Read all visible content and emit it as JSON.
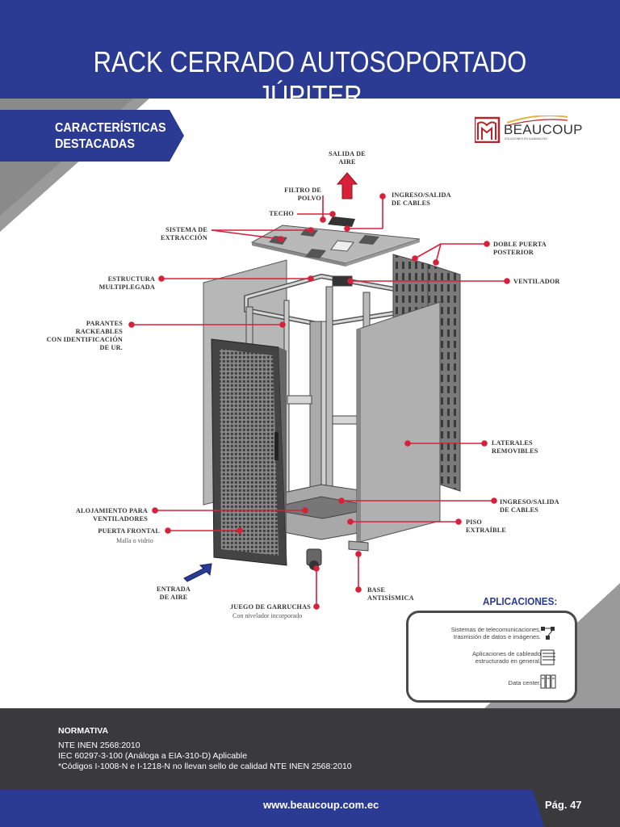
{
  "title": "RACK CERRADO AUTOSOPORTADO JÚPITER",
  "section": {
    "line1": "CARACTERÍSTICAS",
    "line2": "DESTACADAS"
  },
  "logo": {
    "name": "BEAUCOUP",
    "tagline": "SOLUCIONES EN ILUMINACIÓN"
  },
  "labels": {
    "salida_aire_1": "SALIDA DE",
    "salida_aire_2": "AIRE",
    "filtro_1": "FILTRO DE",
    "filtro_2": "POLVO",
    "techo": "TECHO",
    "ingreso_top_1": "INGRESO/SALIDA",
    "ingreso_top_2": "DE CABLES",
    "sistema_1": "SISTEMA DE",
    "sistema_2": "EXTRACCIÓN",
    "doble_1": "DOBLE PUERTA",
    "doble_2": "POSTERIOR",
    "estructura_1": "ESTRUCTURA",
    "estructura_2": "MULTIPLEGADA",
    "ventilador": "VENTILADOR",
    "parantes_1": "PARANTES",
    "parantes_2": "RACKEABLES",
    "parantes_3": "CON IDENTIFICACIÓN",
    "parantes_4": "DE UR.",
    "laterales_1": "LATERALES",
    "laterales_2": "REMOVIBLES",
    "ingreso_bot_1": "INGRESO/SALIDA",
    "ingreso_bot_2": "DE CABLES",
    "alojamiento_1": "ALOJAMIENTO PARA",
    "alojamiento_2": "VENTILADORES",
    "piso_1": "PISO",
    "piso_2": "EXTRAÍBLE",
    "puerta_frontal": "PUERTA FRONTAL",
    "puerta_frontal_sub": "Malla o vidrio",
    "entrada_1": "ENTRADA",
    "entrada_2": "DE AIRE",
    "base_1": "BASE",
    "base_2": "ANTISÍSMICA",
    "garruchas": "JUEGO DE GARRUCHAS",
    "garruchas_sub": "Con nivelador incorporado"
  },
  "aplicaciones": {
    "title": "APLICACIONES:",
    "items": [
      {
        "line1": "Sistemas de telecomunicaciones,",
        "line2": "trasmisión de datos e imágenes.",
        "icon": "network-icon"
      },
      {
        "line1": "Aplicaciones de cableado",
        "line2": "estructurado en general.",
        "icon": "patch-panel-icon"
      },
      {
        "line1": "Data center.",
        "line2": "",
        "icon": "server-icon"
      }
    ]
  },
  "normativa": {
    "title": "NORMATIVA",
    "lines": [
      "NTE INEN 2568:2010",
      "IEC 60297-3-100 (Análoga a EIA-310-D) Aplicable",
      "*Códigos I-1008-N e I-1218-N no llevan sello de calidad NTE INEN 2568:2010"
    ]
  },
  "footer": {
    "url": "www.beaucoup.com.ec",
    "page": "Pág. 47"
  },
  "colors": {
    "brand_blue": "#2b3a93",
    "accent_red": "#d9203b",
    "dark_gray": "#3a3a3c",
    "logo_red": "#b5252b",
    "logo_gold": "#e7b43a"
  }
}
